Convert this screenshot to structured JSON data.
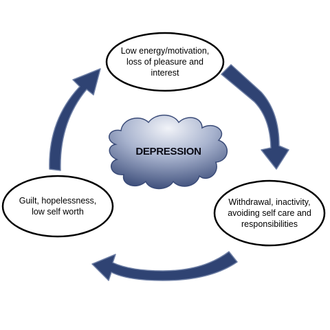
{
  "center": {
    "label": "DEPRESSION"
  },
  "nodes": {
    "top": {
      "text": "Low energy/motivation,\nloss of pleasure and\ninterest"
    },
    "right": {
      "text": "Withdrawal, inactivity,\navoiding self care and\nresponsibilities"
    },
    "left": {
      "text": "Guilt, hopelessness,\nlow self worth"
    }
  },
  "cycle_direction": "clockwise",
  "colors": {
    "arrow_fill": "#2f4373",
    "arrow_outline": "#6e7fa5",
    "cloud_light": "#f1f3f8",
    "cloud_dark": "#3a4b78",
    "node_border": "#000000"
  }
}
